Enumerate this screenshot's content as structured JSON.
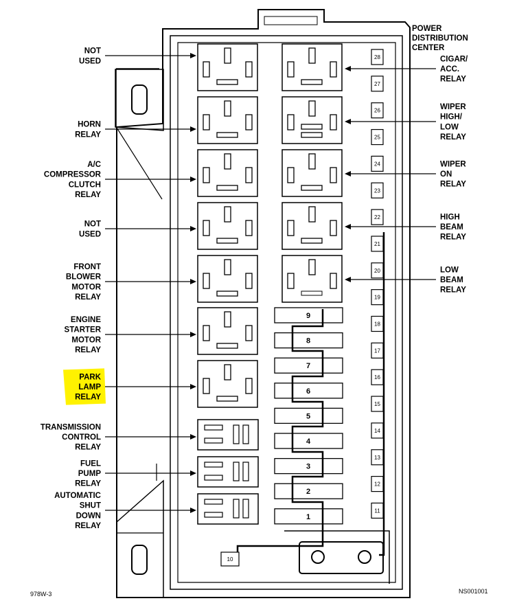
{
  "header": {
    "title_lines": [
      "POWER",
      "DISTRIBUTION",
      "CENTER"
    ]
  },
  "colors": {
    "line": "#000000",
    "highlight": "#fff200",
    "background": "#ffffff"
  },
  "left_labels": [
    {
      "id": "not-used-1",
      "lines": [
        "NOT",
        "USED"
      ]
    },
    {
      "id": "horn-relay",
      "lines": [
        "HORN",
        "RELAY"
      ]
    },
    {
      "id": "ac-compressor-clutch-relay",
      "lines": [
        "A/C",
        "COMPRESSOR",
        "CLUTCH",
        "RELAY"
      ]
    },
    {
      "id": "not-used-2",
      "lines": [
        "NOT",
        "USED"
      ]
    },
    {
      "id": "front-blower-motor-relay",
      "lines": [
        "FRONT",
        "BLOWER",
        "MOTOR",
        "RELAY"
      ]
    },
    {
      "id": "engine-starter-motor-relay",
      "lines": [
        "ENGINE",
        "STARTER",
        "MOTOR",
        "RELAY"
      ]
    },
    {
      "id": "park-lamp-relay",
      "lines": [
        "PARK",
        "LAMP",
        "RELAY"
      ],
      "highlighted": true
    },
    {
      "id": "transmission-control-relay",
      "lines": [
        "TRANSMISSION",
        "CONTROL",
        "RELAY"
      ]
    },
    {
      "id": "fuel-pump-relay",
      "lines": [
        "FUEL",
        "PUMP",
        "RELAY"
      ]
    },
    {
      "id": "automatic-shut-down-relay",
      "lines": [
        "AUTOMATIC",
        "SHUT",
        "DOWN",
        "RELAY"
      ]
    }
  ],
  "right_labels": [
    {
      "id": "cigar-acc-relay",
      "lines": [
        "CIGAR/",
        "ACC.",
        "RELAY"
      ]
    },
    {
      "id": "wiper-high-low-relay",
      "lines": [
        "WIPER",
        "HIGH/",
        "LOW",
        "RELAY"
      ]
    },
    {
      "id": "wiper-on-relay",
      "lines": [
        "WIPER",
        "ON",
        "RELAY"
      ]
    },
    {
      "id": "high-beam-relay",
      "lines": [
        "HIGH",
        "BEAM",
        "RELAY"
      ]
    },
    {
      "id": "low-beam-relay",
      "lines": [
        "LOW",
        "BEAM",
        "RELAY"
      ]
    }
  ],
  "center_fuses": [
    "9",
    "8",
    "7",
    "6",
    "5",
    "4",
    "3",
    "2",
    "1"
  ],
  "right_fuses": [
    "28",
    "27",
    "26",
    "25",
    "24",
    "23",
    "22",
    "21",
    "20",
    "19",
    "18",
    "17",
    "16",
    "15",
    "14",
    "13",
    "12",
    "11"
  ],
  "bottom_fuse": "10",
  "footer": {
    "left_code": "978W-3",
    "right_code": "NS001001"
  }
}
